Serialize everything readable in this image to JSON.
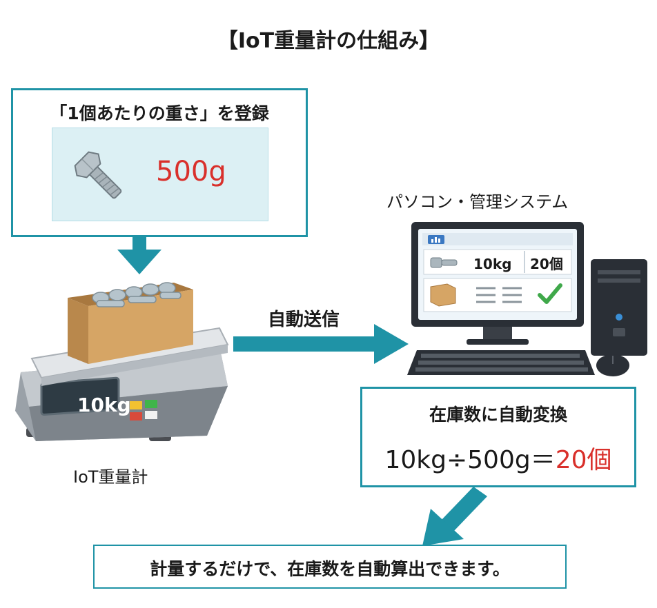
{
  "title": "【IoT重量計の仕組み】",
  "register": {
    "heading": "「1個あたりの重さ」を登録",
    "weight": "500g"
  },
  "scale": {
    "display": "10kg",
    "label": "IoT重量計"
  },
  "send_label": "自動送信",
  "pc": {
    "label": "パソコン・管理システム",
    "screen_weight": "10kg",
    "screen_count": "20個"
  },
  "conversion": {
    "heading": "在庫数に自動変換",
    "formula": "10kg÷500g＝",
    "result": "20個"
  },
  "summary": "計量するだけで、在庫数を自動算出できます。",
  "colors": {
    "accent": "#1f93a6",
    "highlight": "#d9302b"
  }
}
